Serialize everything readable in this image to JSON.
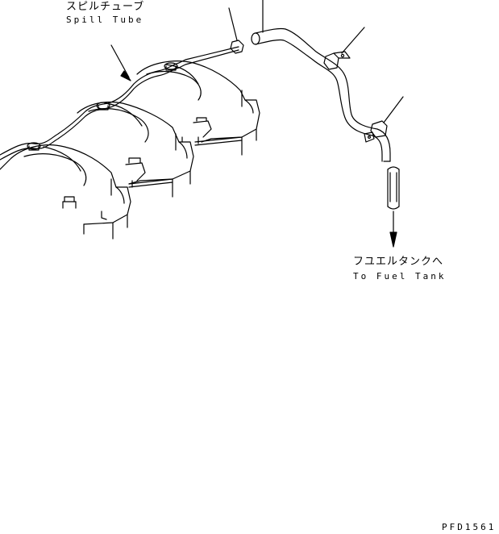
{
  "labels": {
    "spill_tube_jp": "スピルチューブ",
    "spill_tube_en": "Spill Tube",
    "fuel_tank_jp": "フユエルタンクへ",
    "fuel_tank_en": "To Fuel Tank",
    "drawing_code": "PFD1561"
  },
  "colors": {
    "line": "#000000",
    "background": "#ffffff"
  }
}
